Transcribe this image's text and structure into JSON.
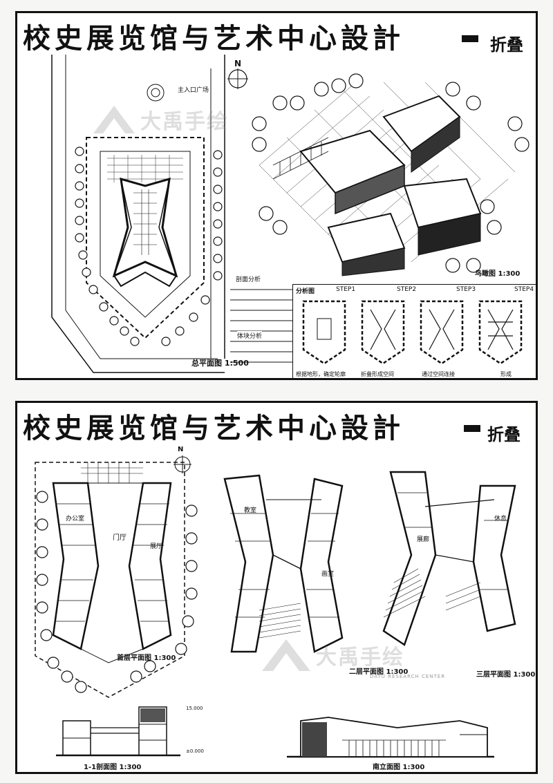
{
  "sheet1": {
    "title": "校史展览馆与艺术中心設計",
    "subtitle": "折叠",
    "labels": {
      "north_arrow": "N",
      "courtyard_note": "主入口广场",
      "site_plan_scale": "总平面图 1:500",
      "aerial_scale": "鸟瞰图 1:300",
      "section_a": "剖面分析",
      "section_b": "分析图",
      "step1_head": "STEP1",
      "step2_head": "STEP2",
      "step3_head": "STEP3",
      "step4_head": "STEP4",
      "concept": "体块分析",
      "step1_caption": "根据地形，确定轮廓",
      "step2_caption": "折叠形成空间",
      "step3_caption": "通过空间连接",
      "step4_caption": "形成"
    }
  },
  "sheet2": {
    "title": "校史展览馆与艺术中心設計",
    "subtitle": "折叠",
    "labels": {
      "north_arrow": "N",
      "plan1_scale": "首层平面图 1:300",
      "plan2_scale": "二层平面图 1:300",
      "plan3_scale": "三层平面图 1:300",
      "section_scale": "1-1剖面图 1:300",
      "elevation_scale": "南立面图 1:300",
      "hall": "门厅",
      "office": "办公室",
      "exhibit": "展厅",
      "lounge": "休息",
      "gallery": "展廊",
      "classroom": "教室",
      "studio": "画室",
      "elev1": "15.000",
      "elev2": "±0.000"
    }
  },
  "watermark": {
    "text": "大禹手绘",
    "sub": "DAYU RESEARCH CENTER"
  }
}
